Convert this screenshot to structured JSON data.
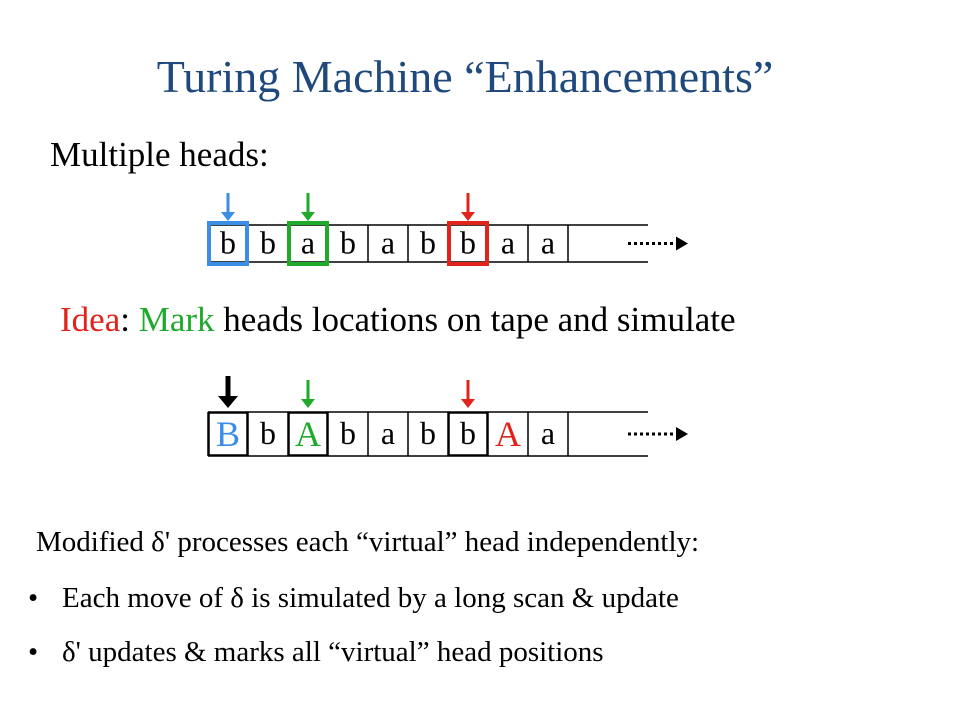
{
  "title": "Turing Machine “Enhancements”",
  "subtitle": "Multiple heads:",
  "idea": {
    "word1": "Idea",
    "colon": ":",
    "word2": "Mark",
    "rest": "heads locations on tape and simulate"
  },
  "tape1": {
    "cells": [
      "b",
      "b",
      "a",
      "b",
      "a",
      "b",
      "b",
      "a",
      "a"
    ],
    "heads": [
      {
        "cell": 0,
        "color": "#3a8ee6",
        "style": "thin"
      },
      {
        "cell": 2,
        "color": "#1faa2c",
        "style": "thin"
      },
      {
        "cell": 6,
        "color": "#e0231b",
        "style": "thin"
      }
    ]
  },
  "tape2": {
    "cells": [
      "B",
      "b",
      "A",
      "b",
      "a",
      "b",
      "b",
      "A",
      "a"
    ],
    "cell_colors": [
      "#3a8ee6",
      "#000000",
      "#1faa2c",
      "#000000",
      "#000000",
      "#000000",
      "#000000",
      "#e0231b",
      "#000000"
    ],
    "heads": [
      {
        "cell": 0,
        "color": "#000000",
        "style": "thick"
      },
      {
        "cell": 2,
        "color": "#1faa2c",
        "style": "thin"
      },
      {
        "cell": 6,
        "color": "#e0231b",
        "style": "thin"
      }
    ]
  },
  "modified_text": "Modified δ' processes each “virtual” head independently:",
  "bullets": [
    "Each move of δ is simulated by a long scan & update",
    "δ' updates & marks all “virtual” head positions"
  ],
  "colors": {
    "title": "#1f497d",
    "blue": "#3a8ee6",
    "green": "#1faa2c",
    "red": "#e0231b"
  }
}
